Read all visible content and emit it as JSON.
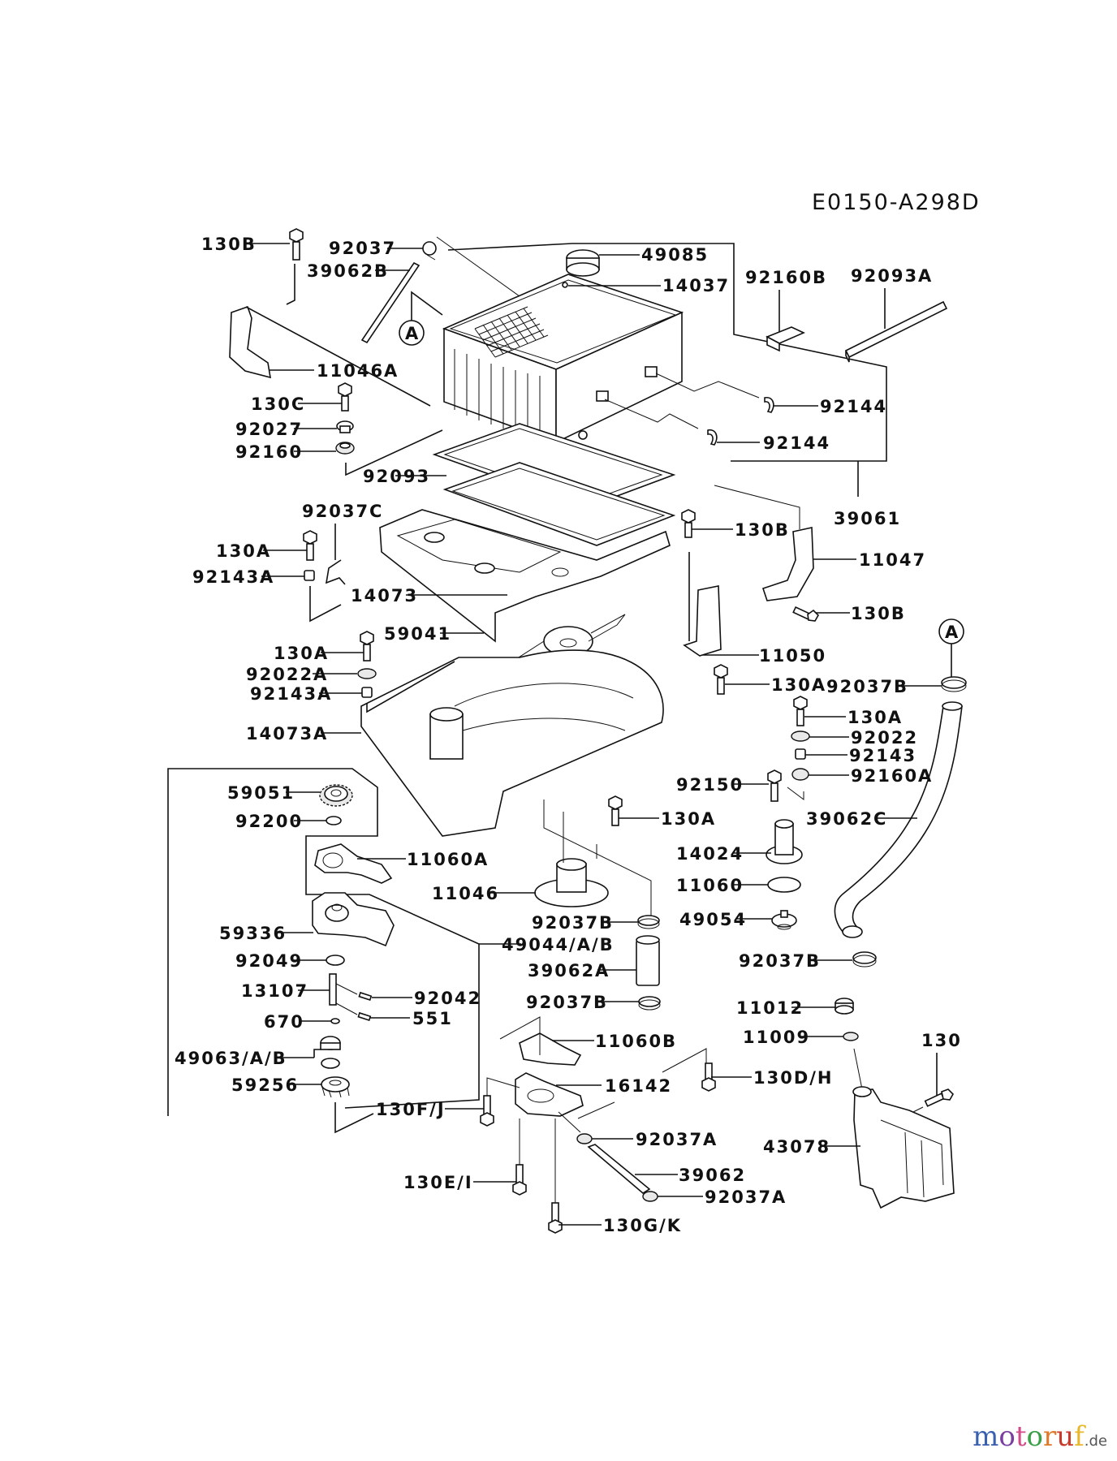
{
  "diagram": {
    "code": "E0150-A298D",
    "callout_letter": "A",
    "labels": {
      "130B_top": "130B",
      "92037_top": "92037",
      "39062B": "39062B",
      "49085": "49085",
      "14037": "14037",
      "92160B": "92160B",
      "92093A": "92093A",
      "11046A": "11046A",
      "130C": "130C",
      "92027": "92027",
      "92160": "92160",
      "92144_a": "92144",
      "92144_b": "92144",
      "92093": "92093",
      "39061": "39061",
      "92037C": "92037C",
      "130A_1": "130A",
      "130B_mid": "130B",
      "11047": "11047",
      "92143A_1": "92143A",
      "14073": "14073",
      "130B_low": "130B",
      "59041": "59041",
      "11050": "11050",
      "130A_2": "130A",
      "92022A": "92022A",
      "130A_3": "130A",
      "92037B_1": "92037B",
      "92143A_2": "92143A",
      "130A_4": "130A",
      "14073A": "14073A",
      "92022": "92022",
      "92143": "92143",
      "92160A": "92160A",
      "59051": "59051",
      "92150": "92150",
      "92200": "92200",
      "130A_5": "130A",
      "39062C": "39062C",
      "11060A": "11060A",
      "14024": "14024",
      "11046": "11046",
      "11060": "11060",
      "92037B_2": "92037B",
      "49054": "49054",
      "59336": "59336",
      "49044": "49044/A/B",
      "92049": "92049",
      "39062A": "39062A",
      "92037B_3": "92037B",
      "13107": "13107",
      "92042": "92042",
      "670": "670",
      "551": "551",
      "92037B_4": "92037B",
      "11012": "11012",
      "11009": "11009",
      "130": "130",
      "49063": "49063/A/B",
      "11060B": "11060B",
      "130DH": "130D/H",
      "59256": "59256",
      "16142": "16142",
      "130FJ": "130F/J",
      "43078": "43078",
      "92037A_1": "92037A",
      "39062": "39062",
      "130EI": "130E/I",
      "92037A_2": "92037A",
      "130GK": "130G/K"
    }
  },
  "watermark": {
    "text": "motoruf",
    "suffix": ".de",
    "letter_colors": [
      "#3a5fb0",
      "#7a3fa0",
      "#d14a8a",
      "#3aa048",
      "#e07a2a",
      "#c83a2a",
      "#e8b82a"
    ]
  }
}
